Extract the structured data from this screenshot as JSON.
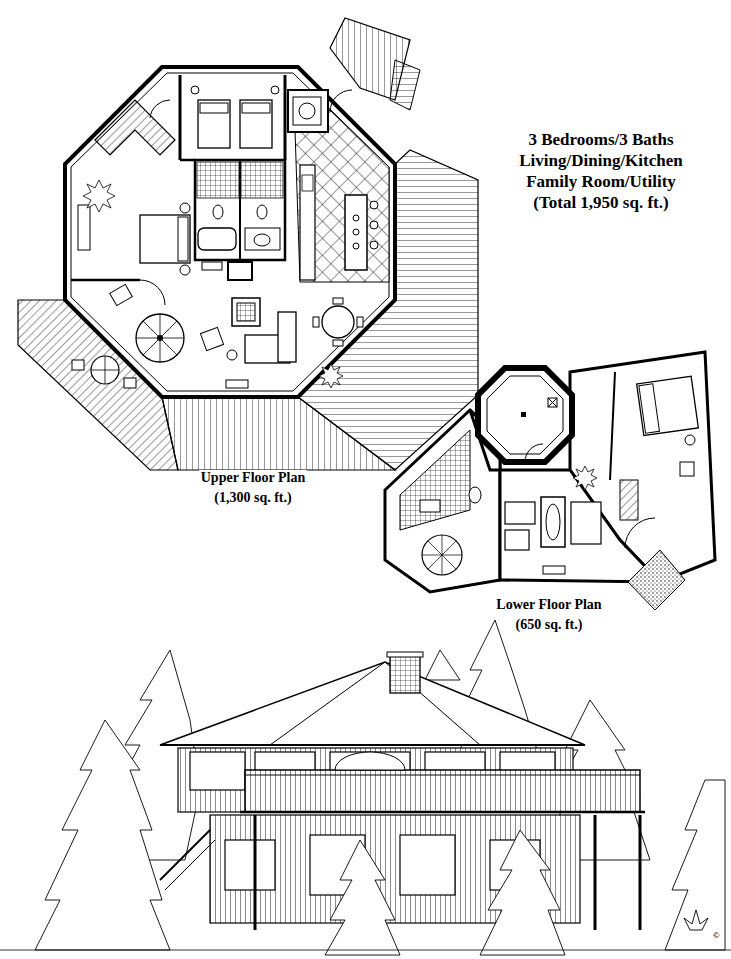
{
  "diagram": {
    "labels": [
      "3 Bedrooms/3 Baths",
      "Living/Dining/Kitchen",
      "Family Room/Utility",
      "(Total 1,950 sq. ft.)",
      "Upper Floor Plan",
      "(1,300 sq. ft.)",
      "Lower Floor Plan",
      "(650 sq. ft.)",
      "©"
    ]
  }
}
